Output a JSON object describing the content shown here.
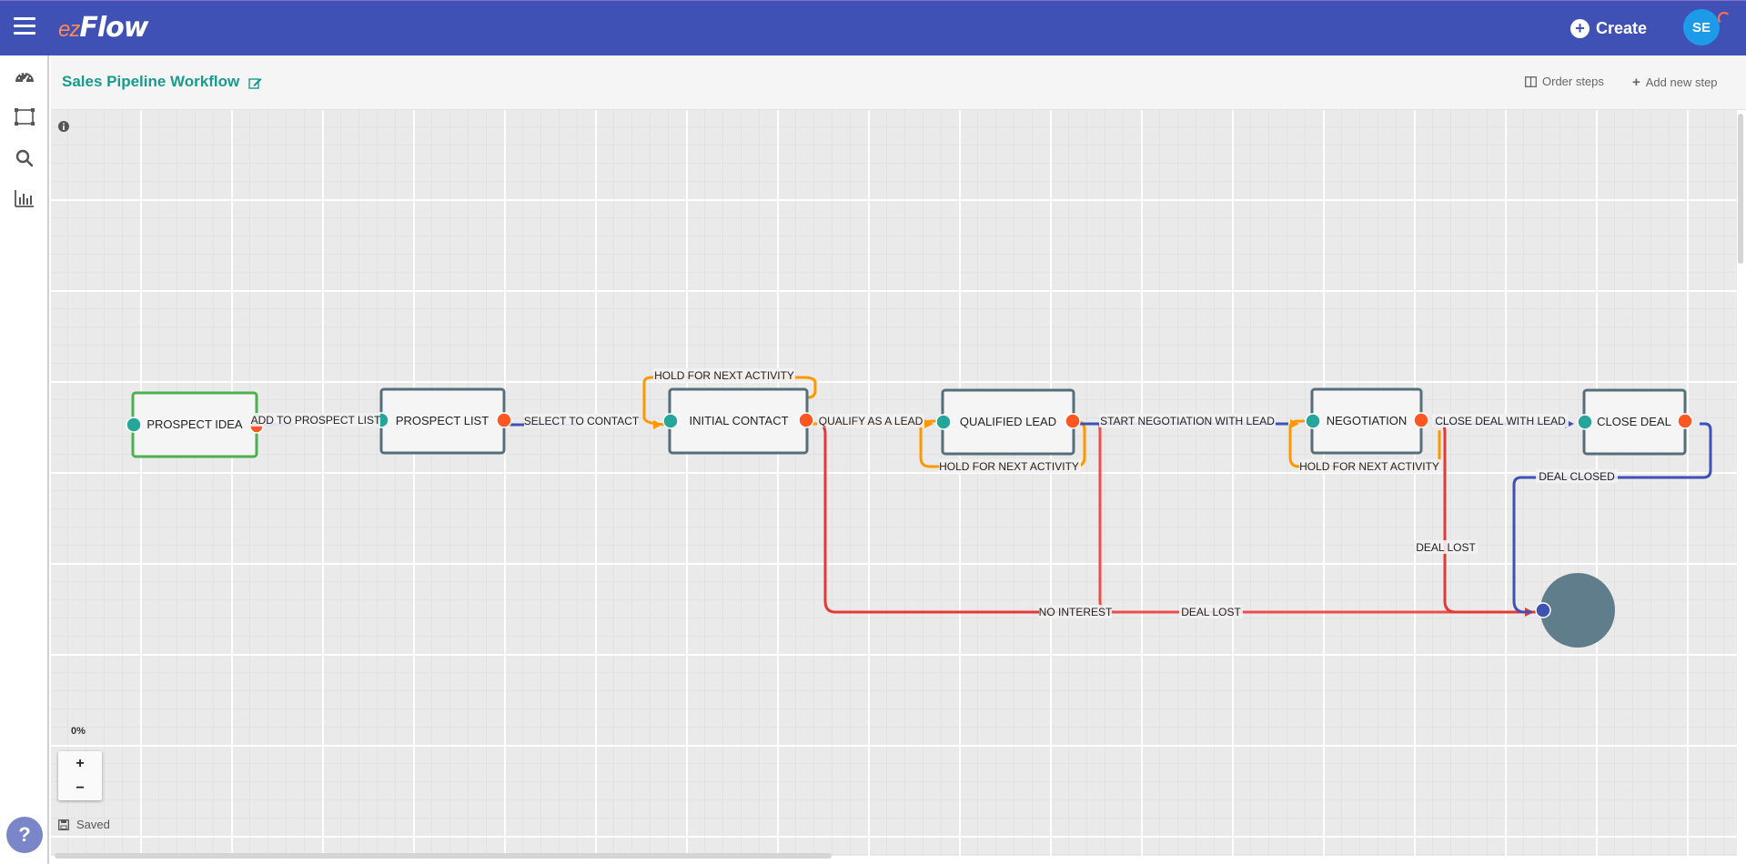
{
  "app": {
    "logo_prefix": "ez",
    "logo_main": "Flow",
    "create_label": "Create",
    "avatar_initials": "SE",
    "menu_icon": "hamburger-menu-icon"
  },
  "sidebar": {
    "items": [
      {
        "icon": "dashboard-gauge-icon"
      },
      {
        "icon": "workflow-diagram-icon"
      },
      {
        "icon": "search-icon"
      },
      {
        "icon": "bar-chart-icon"
      }
    ],
    "help_label": "?"
  },
  "header": {
    "title": "Sales Pipeline Workflow",
    "order_steps_label": "Order steps",
    "add_step_label": "Add new step"
  },
  "workflow": {
    "steps": [
      {
        "id": "prospect-idea",
        "label": "PROSPECT IDEA",
        "border": "#4caf50"
      },
      {
        "id": "prospect-list",
        "label": "PROSPECT LIST",
        "border": "#546e7a"
      },
      {
        "id": "initial-contact",
        "label": "INITIAL CONTACT",
        "border": "#546e7a"
      },
      {
        "id": "qualified-lead",
        "label": "QUALIFIED LEAD",
        "border": "#546e7a"
      },
      {
        "id": "negotiation",
        "label": "NEGOTIATION",
        "border": "#546e7a"
      },
      {
        "id": "close-deal",
        "label": "CLOSE DEAL",
        "border": "#546e7a"
      }
    ],
    "transitions": {
      "add_to_prospect_list": "ADD TO PROSPECT LIST",
      "select_to_contact": "SELECT TO CONTACT",
      "hold_initial": "HOLD FOR NEXT ACTIVITY",
      "qualify_as_lead": "QUALIFY AS A LEAD",
      "hold_qualified": "HOLD FOR NEXT ACTIVITY",
      "start_negotiation": "START NEGOTIATION WITH LEAD",
      "hold_negotiation": "HOLD FOR NEXT ACTIVITY",
      "close_deal_with_lead": "CLOSE DEAL WITH LEAD",
      "deal_closed": "DEAL CLOSED",
      "deal_lost_negotiation": "DEAL LOST",
      "no_interest": "NO INTEREST",
      "deal_lost_qualified": "DEAL LOST"
    },
    "colors": {
      "input_port": "#26a69a",
      "output_port": "#ff5722",
      "transition_blue": "#3f51b5",
      "hold_orange": "#ff9800",
      "lost_red": "#e53935",
      "end_node": "#607d8b"
    }
  },
  "footer": {
    "zoom_level": "0%",
    "zoom_in": "+",
    "zoom_out": "−",
    "saved_label": "Saved",
    "saved_icon": "floppy-disk-icon",
    "info_icon": "info-icon"
  }
}
